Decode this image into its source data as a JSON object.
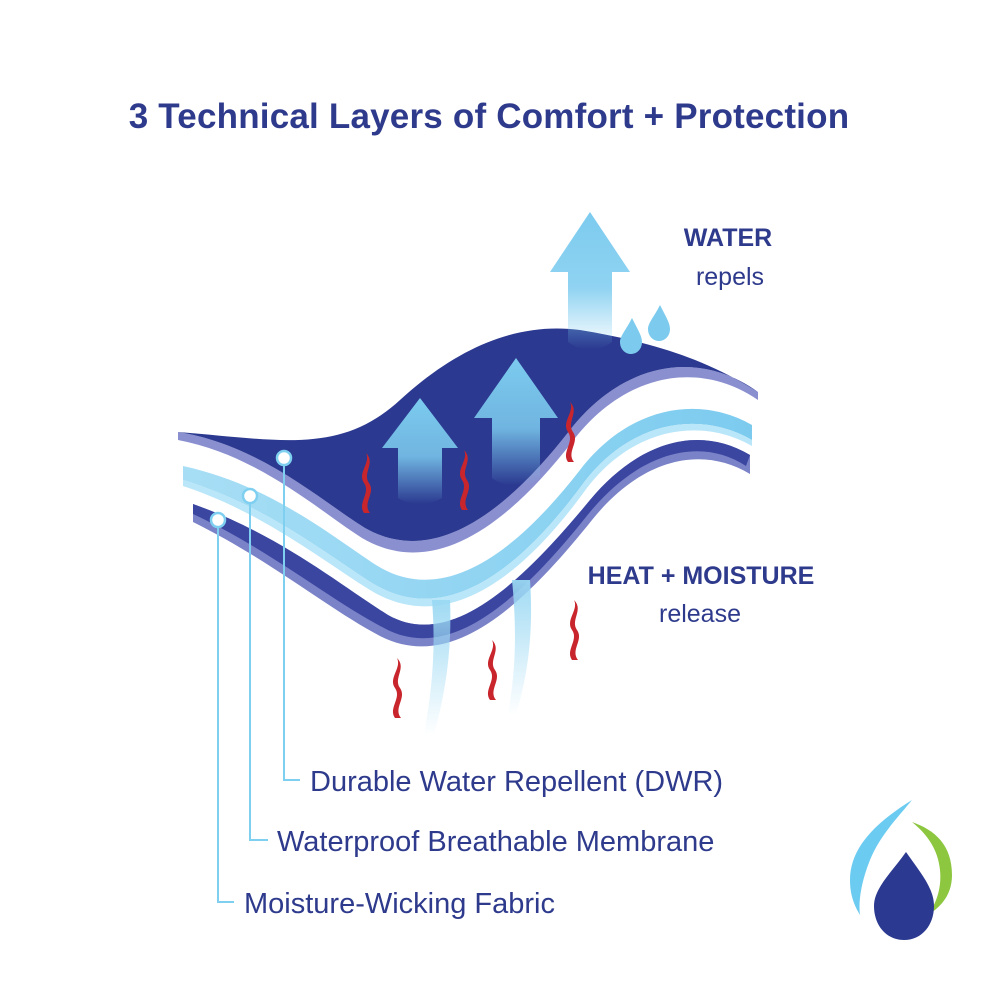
{
  "title": "3 Technical Layers of Comfort + Protection",
  "callouts": {
    "water": {
      "heading": "WATER",
      "sub": "repels"
    },
    "heat": {
      "heading": "HEAT + MOISTURE",
      "sub": "release"
    }
  },
  "layers": [
    {
      "label": "Durable Water Repellent (DWR)"
    },
    {
      "label": "Waterproof Breathable Membrane"
    },
    {
      "label": "Moisture-Wicking Fabric"
    }
  ],
  "colors": {
    "outer_layer": "#2b3990",
    "membrane": "#8ad3f2",
    "inner_layer": "#3a46a0",
    "text": "#2e3a8c",
    "arrow": "#7ccbef",
    "heat": "#c8262c",
    "logo_blue": "#2b3990",
    "logo_cyan": "#6ccbf0",
    "logo_green": "#8dc63f"
  },
  "icons": [
    "water-drop-icon",
    "heat-wave-icon",
    "arrow-up-icon",
    "brand-logo-icon"
  ]
}
